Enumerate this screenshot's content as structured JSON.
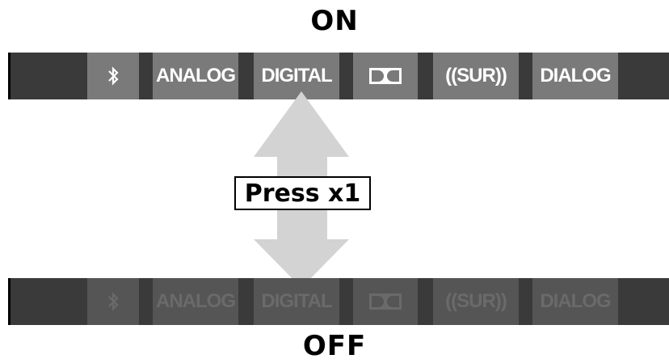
{
  "states": {
    "on_label": "ON",
    "off_label": "OFF"
  },
  "bar_items": [
    {
      "icon": "bluetooth-icon"
    },
    {
      "label": "ANALOG"
    },
    {
      "label": "DIGITAL"
    },
    {
      "icon": "dolby-icon"
    },
    {
      "label": "((SUR))"
    },
    {
      "label": "DIALOG"
    }
  ],
  "instruction": "Press x1",
  "colors": {
    "bar": "#3a3a3a",
    "tile_on": "#7a7a7a",
    "tile_off": "#555555",
    "arrow": "#d3d3d3"
  }
}
